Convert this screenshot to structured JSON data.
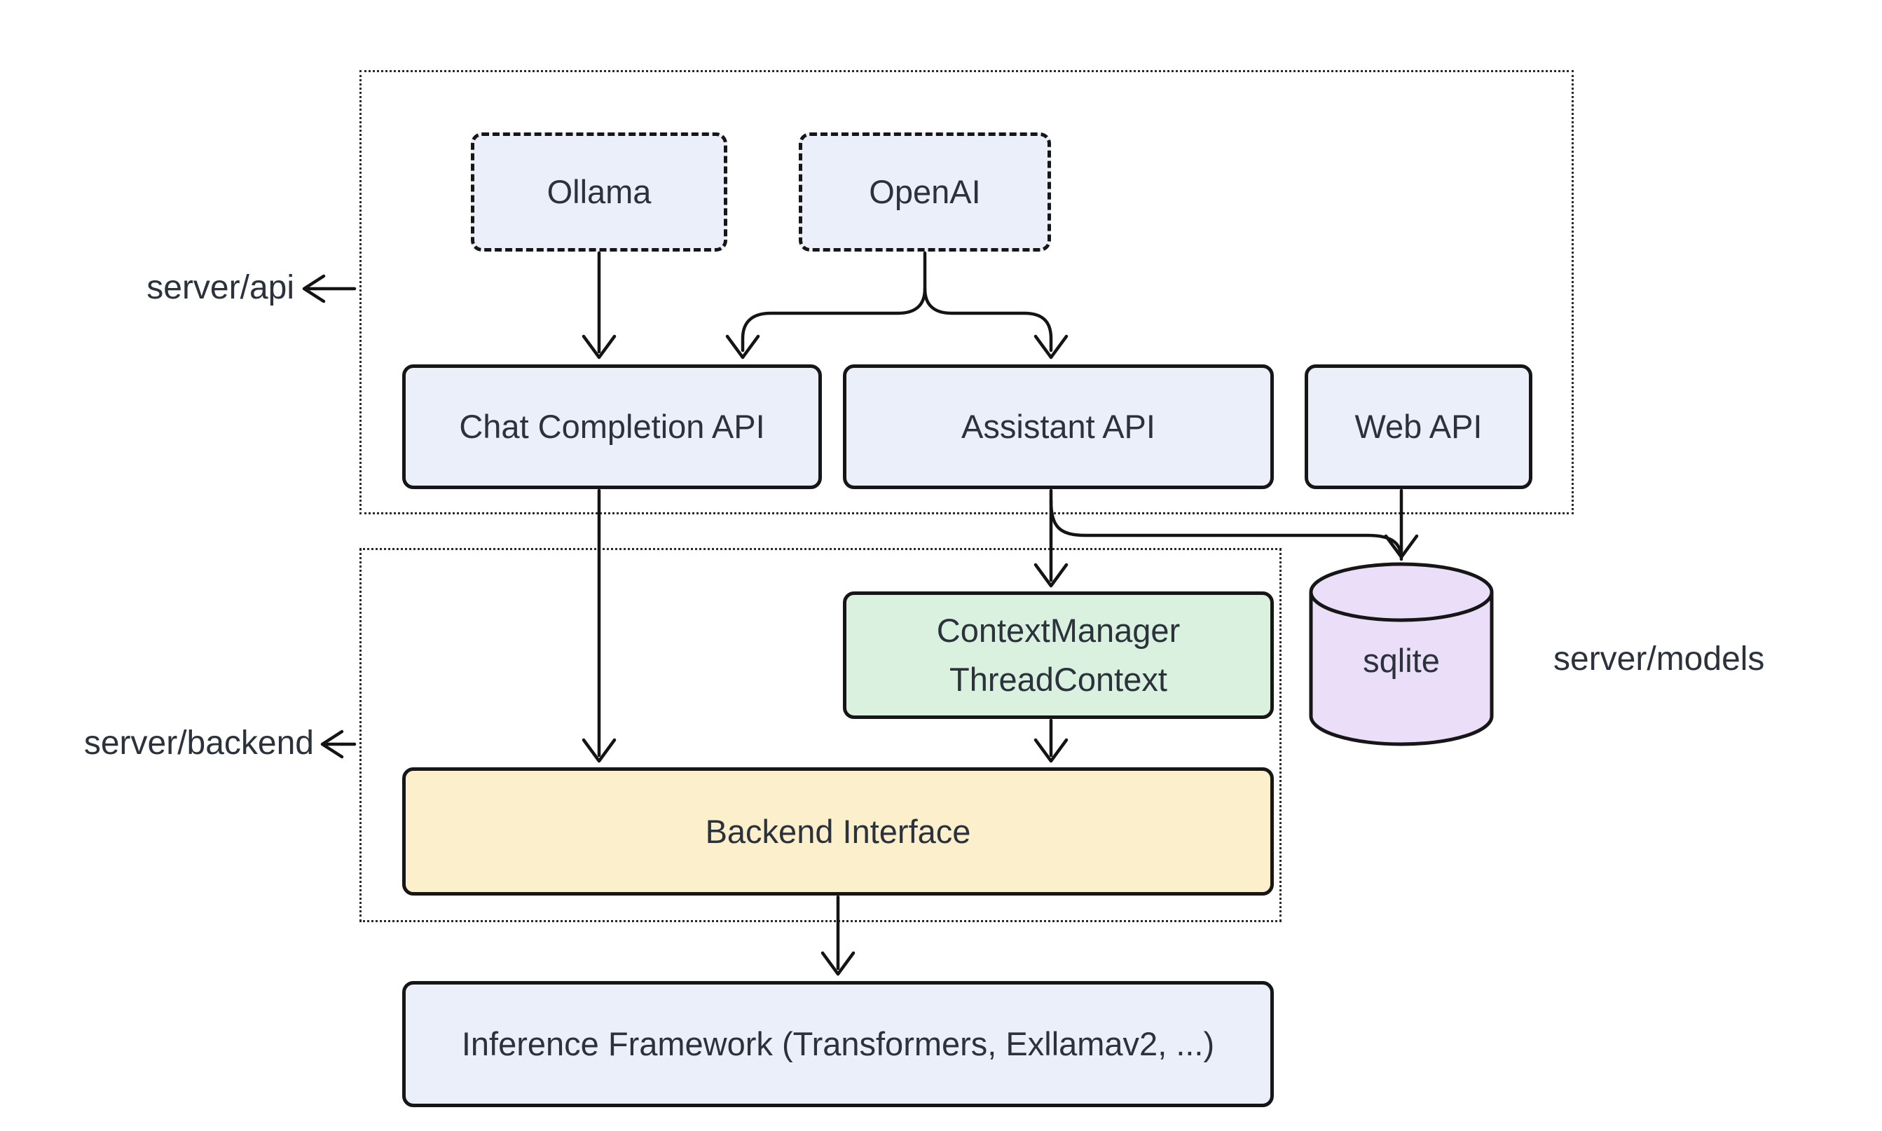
{
  "diagram_type": "architecture-flowchart",
  "nodes": {
    "ollama": {
      "label": "Ollama",
      "style": "dashed-blue"
    },
    "openai": {
      "label": "OpenAI",
      "style": "dashed-blue"
    },
    "chat_completion_api": {
      "label": "Chat Completion API",
      "style": "solid-blue"
    },
    "assistant_api": {
      "label": "Assistant API",
      "style": "solid-blue"
    },
    "web_api": {
      "label": "Web API",
      "style": "solid-blue"
    },
    "context_manager": {
      "line1": "ContextManager",
      "line2": "ThreadContext",
      "style": "solid-green"
    },
    "sqlite": {
      "label": "sqlite",
      "style": "cylinder-purple"
    },
    "backend_interface": {
      "label": "Backend Interface",
      "style": "solid-yellow"
    },
    "inference_framework": {
      "label": "Inference Framework (Transformers, Exllamav2, ...)",
      "style": "solid-blue"
    }
  },
  "group_labels": {
    "server_api": "server/api",
    "server_backend": "server/backend",
    "server_models": "server/models"
  },
  "edges": [
    {
      "from": "ollama",
      "to": "chat_completion_api"
    },
    {
      "from": "openai",
      "to": "chat_completion_api"
    },
    {
      "from": "openai",
      "to": "assistant_api"
    },
    {
      "from": "chat_completion_api",
      "to": "backend_interface"
    },
    {
      "from": "assistant_api",
      "to": "context_manager"
    },
    {
      "from": "assistant_api",
      "to": "sqlite"
    },
    {
      "from": "web_api",
      "to": "sqlite"
    },
    {
      "from": "context_manager",
      "to": "backend_interface"
    },
    {
      "from": "backend_interface",
      "to": "inference_framework"
    }
  ],
  "colors": {
    "node_blue": "#ebeffa",
    "node_green": "#dbf1e0",
    "node_yellow": "#fcefcb",
    "node_purple": "#eadef8",
    "stroke": "#161616",
    "text": "#2b323b",
    "background": "#ffffff"
  }
}
